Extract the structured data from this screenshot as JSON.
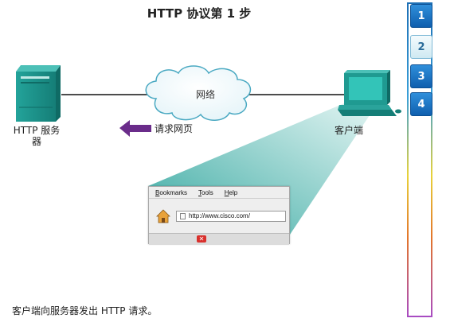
{
  "title": "HTTP 协议第 1 步",
  "server_label": "HTTP 服务\n器",
  "network_label": "网络",
  "client_label": "客户端",
  "request_label": "请求网页",
  "caption": "客户端向服务器发出 HTTP 请求。",
  "browser": {
    "menu": [
      "Bookmarks",
      "Tools",
      "Help"
    ],
    "url": "http://www.cisco.com/"
  },
  "steps": [
    {
      "label": "1",
      "active": false
    },
    {
      "label": "2",
      "active": true
    },
    {
      "label": "3",
      "active": false
    },
    {
      "label": "4",
      "active": false
    }
  ],
  "colors": {
    "server": "#1a8a83",
    "client": "#1a8a83",
    "cloud_stroke": "#4aa9c2",
    "arrow": "#6a2c8a",
    "beam": "#3fb0a8",
    "step_blue": "#1e78c8"
  },
  "icons": [
    "server-icon",
    "cloud-icon",
    "computer-icon",
    "arrow-left-icon",
    "home-icon",
    "close-icon"
  ]
}
